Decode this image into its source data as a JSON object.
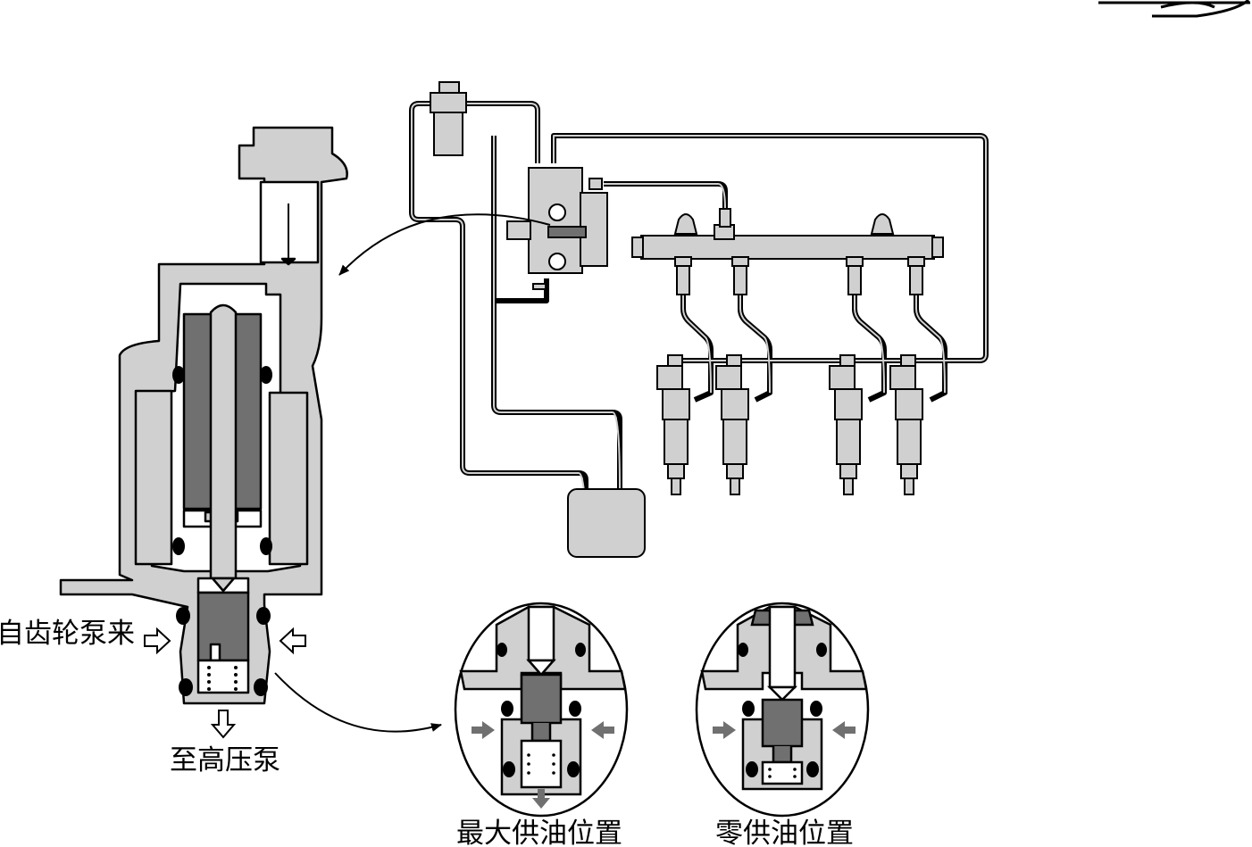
{
  "labels": {
    "from_gear_pump": "自齿轮泵来",
    "to_high_pressure_pump": "至高压泵",
    "max_supply_position": "最大供油位置",
    "zero_supply_position": "零供油位置"
  }
}
